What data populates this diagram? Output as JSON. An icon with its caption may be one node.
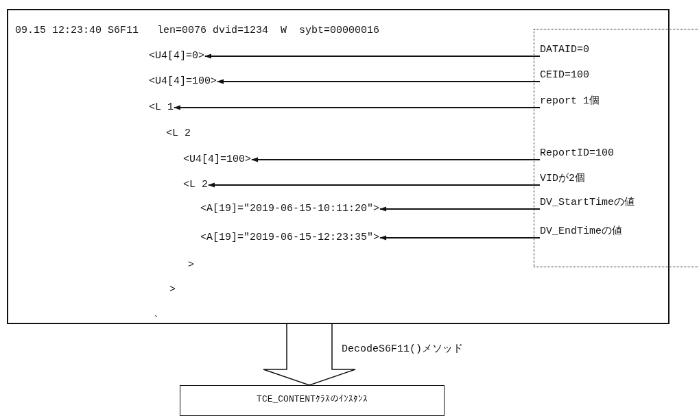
{
  "diagram": {
    "nodes": [
      {
        "text": [
          "09.15 12:23:40 S6F11   len=0076 dvid=1234  W  sybt=00000016"
        ]
      },
      {
        "text": [
          "<U4[4]=0>"
        ],
        "in": 0
      },
      {
        "text": [
          "<U4[4]=100>"
        ],
        "in": 0
      },
      {
        "text": [
          "<L 1"
        ],
        "in": 0
      },
      {
        "text": [
          "<U4[4]=100>"
        ],
        "in": 0
      },
      {
        "text": [
          "<L 2"
        ],
        "in": 0
      },
      {
        "text": [
          "<A[19]=\"2019-06-15-10:11:20\">"
        ],
        "in": 0
      },
      {
        "text": [
          "<A[19]=\"2019-06-15-12:23:35\">"
        ],
        "in": 0
      },
      {
        "text": [],
        "shape": "box"
      },
      {
        "text": [
          "DATAID=0"
        ]
      },
      {
        "text": [
          "CEID=100"
        ]
      },
      {
        "text": [
          "report 1個"
        ]
      },
      {
        "text": [
          "ReportID=100"
        ]
      },
      {
        "text": [
          "VIDが2個"
        ]
      },
      {
        "text": [
          "DV_StartTimeの値"
        ]
      },
      {
        "text": [
          "DV_EndTimeの値"
        ]
      },
      {
        "text": [
          "TCE_CONTENTｸﾗｽのｲﾝｽﾀﾝｽ"
        ]
      }
    ],
    "edges": [
      {
        "from": 9,
        "to": 1,
        "arrow": "to"
      },
      {
        "from": 10,
        "to": 2,
        "arrow": "to"
      },
      {
        "from": 11,
        "to": 3,
        "arrow": "to"
      },
      {
        "from": 12,
        "to": 4,
        "arrow": "to"
      },
      {
        "from": 13,
        "to": 5,
        "arrow": "to"
      },
      {
        "from": 14,
        "to": 6,
        "arrow": "to"
      },
      {
        "from": 15,
        "to": 7,
        "arrow": "to"
      },
      {
        "from": 0,
        "to": 16,
        "arrow": "to",
        "label": "DecodeS6F11()メソッド",
        "style": "thick"
      }
    ],
    "labels": [
      "<L 2",
      ">",
      ">",
      "、"
    ]
  }
}
